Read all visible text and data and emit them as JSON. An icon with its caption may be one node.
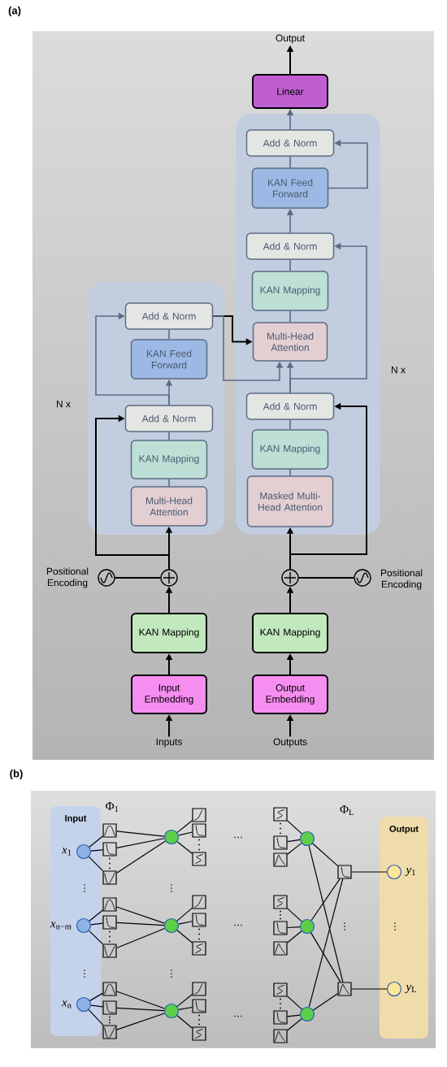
{
  "diagram": {
    "nodes": [
      {
        "text": [
          "Output"
        ]
      },
      {
        "text": [
          "Linear"
        ]
      },
      {
        "text": [],
        "shape": "box",
        "beside": [
          "N x"
        ]
      },
      {
        "text": [
          "Add & Norm"
        ],
        "in": 2
      },
      {
        "text": [
          "KAN Feed Forward"
        ],
        "in": 2
      },
      {
        "text": [
          "Add & Norm"
        ],
        "in": 2
      },
      {
        "text": [
          "KAN Mapping"
        ],
        "in": 2
      },
      {
        "text": [
          "Multi-Head Attention"
        ],
        "in": 2
      },
      {
        "text": [
          "Add & Norm"
        ],
        "in": 2
      },
      {
        "text": [
          "KAN Mapping"
        ],
        "in": 2
      },
      {
        "text": [
          "Masked Multi-Head Attention"
        ],
        "in": 2
      },
      {
        "text": [],
        "shape": "box",
        "beside": [
          "N x"
        ]
      },
      {
        "text": [
          "Add & Norm"
        ],
        "in": 11
      },
      {
        "text": [
          "KAN Feed Forward"
        ],
        "in": 11
      },
      {
        "text": [
          "Add & Norm"
        ],
        "in": 11
      },
      {
        "text": [
          "KAN Mapping"
        ],
        "in": 11
      },
      {
        "text": [
          "Multi-Head Attention"
        ],
        "in": 11
      },
      {
        "text": [],
        "shape": "circle",
        "beside": [
          "Positional Encoding"
        ]
      },
      {
        "text": [],
        "shape": "circle"
      },
      {
        "text": [],
        "shape": "circle"
      },
      {
        "text": [],
        "shape": "circle",
        "beside": [
          "Positional Encoding"
        ]
      },
      {
        "text": [
          "KAN Mapping"
        ]
      },
      {
        "text": [
          "KAN Mapping"
        ]
      },
      {
        "text": [
          "Input Embedding"
        ]
      },
      {
        "text": [
          "Output Embedding"
        ]
      },
      {
        "text": [
          "Inputs"
        ]
      },
      {
        "text": [
          "Outputs"
        ]
      },
      {
        "text": [
          "Input"
        ]
      },
      {
        "text": [],
        "shape": "circle",
        "in": 27,
        "beside": [
          "*x*$_{1}$"
        ]
      },
      {
        "text": [],
        "shape": "circle",
        "in": 27,
        "beside": [
          "*x*$_{n−m}$"
        ]
      },
      {
        "text": [],
        "shape": "circle",
        "in": 27,
        "beside": [
          "*x*$_{n}$"
        ]
      },
      {
        "text": [],
        "shape": "box"
      },
      {
        "text": [],
        "shape": "box"
      },
      {
        "text": [],
        "shape": "box"
      },
      {
        "text": [],
        "shape": "box"
      },
      {
        "text": [],
        "shape": "box"
      },
      {
        "text": [],
        "shape": "box"
      },
      {
        "text": [],
        "shape": "box"
      },
      {
        "text": [],
        "shape": "box"
      },
      {
        "text": [],
        "shape": "box"
      },
      {
        "text": [],
        "shape": "circle"
      },
      {
        "text": [],
        "shape": "circle"
      },
      {
        "text": [],
        "shape": "circle"
      },
      {
        "text": [],
        "shape": "box"
      },
      {
        "text": [],
        "shape": "box"
      },
      {
        "text": [],
        "shape": "box"
      },
      {
        "text": [],
        "shape": "box"
      },
      {
        "text": [],
        "shape": "box"
      },
      {
        "text": [],
        "shape": "box"
      },
      {
        "text": [],
        "shape": "box"
      },
      {
        "text": [],
        "shape": "box"
      },
      {
        "text": [],
        "shape": "box"
      },
      {
        "text": [],
        "shape": "box"
      },
      {
        "text": [],
        "shape": "box"
      },
      {
        "text": [],
        "shape": "box"
      },
      {
        "text": [],
        "shape": "box"
      },
      {
        "text": [],
        "shape": "box"
      },
      {
        "text": [],
        "shape": "box"
      },
      {
        "text": [],
        "shape": "box"
      },
      {
        "text": [],
        "shape": "box"
      },
      {
        "text": [],
        "shape": "box"
      },
      {
        "text": [],
        "shape": "circle"
      },
      {
        "text": [],
        "shape": "circle"
      },
      {
        "text": [],
        "shape": "circle"
      },
      {
        "text": [],
        "shape": "box"
      },
      {
        "text": [],
        "shape": "box"
      },
      {
        "text": [
          "Output"
        ]
      },
      {
        "text": [],
        "shape": "circle",
        "in": 66,
        "beside": [
          "*y*$_{1}$"
        ]
      },
      {
        "text": [],
        "shape": "circle",
        "in": 66,
        "beside": [
          "*y*$_{L}$"
        ]
      }
    ],
    "edges": [
      {
        "from": 1,
        "to": 0,
        "arrow": "to"
      },
      {
        "from": 3,
        "to": 1,
        "arrow": "to",
        "color": "#5b6b80"
      },
      {
        "from": 4,
        "to": 3,
        "arrow": "none",
        "color": "#5b6b80"
      },
      {
        "from": 4,
        "to": 3,
        "arrow": "to",
        "color": "#5b6b80"
      },
      {
        "from": 5,
        "to": 4,
        "arrow": "to",
        "color": "#5b6b80"
      },
      {
        "from": 8,
        "to": 5,
        "arrow": "to",
        "color": "#5b6b80"
      },
      {
        "from": 6,
        "to": 5,
        "arrow": "none",
        "color": "#5b6b80"
      },
      {
        "from": 7,
        "to": 6,
        "arrow": "none",
        "color": "#5b6b80"
      },
      {
        "from": 8,
        "to": 7,
        "arrow": "to",
        "color": "#5b6b80"
      },
      {
        "from": 12,
        "to": 7,
        "arrow": "to"
      },
      {
        "from": 12,
        "to": 7,
        "arrow": "to",
        "color": "#5b6b80"
      },
      {
        "from": 9,
        "to": 8,
        "arrow": "none",
        "color": "#5b6b80"
      },
      {
        "from": 10,
        "to": 9,
        "arrow": "none",
        "color": "#5b6b80"
      },
      {
        "from": 19,
        "to": 10,
        "arrow": "to"
      },
      {
        "from": 19,
        "to": 8,
        "arrow": "to"
      },
      {
        "from": 13,
        "to": 12,
        "arrow": "none",
        "color": "#5b6b80"
      },
      {
        "from": 14,
        "to": 13,
        "arrow": "to",
        "color": "#5b6b80"
      },
      {
        "from": 14,
        "to": 12,
        "arrow": "to",
        "color": "#5b6b80"
      },
      {
        "from": 15,
        "to": 14,
        "arrow": "none",
        "color": "#5b6b80"
      },
      {
        "from": 16,
        "to": 15,
        "arrow": "none",
        "color": "#5b6b80"
      },
      {
        "from": 18,
        "to": 16,
        "arrow": "to"
      },
      {
        "from": 18,
        "to": 14,
        "arrow": "to"
      },
      {
        "from": 17,
        "to": 18,
        "arrow": "none"
      },
      {
        "from": 20,
        "to": 19,
        "arrow": "none"
      },
      {
        "from": 21,
        "to": 18,
        "arrow": "to"
      },
      {
        "from": 22,
        "to": 19,
        "arrow": "to"
      },
      {
        "from": 23,
        "to": 21,
        "arrow": "to"
      },
      {
        "from": 24,
        "to": 22,
        "arrow": "to"
      },
      {
        "from": 25,
        "to": 23,
        "arrow": "to"
      },
      {
        "from": 26,
        "to": 24,
        "arrow": "to"
      },
      {
        "from": 28,
        "to": 31,
        "arrow": "none"
      },
      {
        "from": 28,
        "to": 32,
        "arrow": "none"
      },
      {
        "from": 28,
        "to": 33,
        "arrow": "none"
      },
      {
        "from": 29,
        "to": 34,
        "arrow": "none"
      },
      {
        "from": 29,
        "to": 35,
        "arrow": "none"
      },
      {
        "from": 29,
        "to": 36,
        "arrow": "none"
      },
      {
        "from": 30,
        "to": 37,
        "arrow": "none"
      },
      {
        "from": 30,
        "to": 38,
        "arrow": "none"
      },
      {
        "from": 30,
        "to": 39,
        "arrow": "none"
      },
      {
        "from": 31,
        "to": 40,
        "arrow": "none"
      },
      {
        "from": 32,
        "to": 40,
        "arrow": "none"
      },
      {
        "from": 33,
        "to": 40,
        "arrow": "none"
      },
      {
        "from": 34,
        "to": 41,
        "arrow": "none"
      },
      {
        "from": 35,
        "to": 41,
        "arrow": "none"
      },
      {
        "from": 36,
        "to": 41,
        "arrow": "none"
      },
      {
        "from": 37,
        "to": 42,
        "arrow": "none"
      },
      {
        "from": 38,
        "to": 42,
        "arrow": "none"
      },
      {
        "from": 39,
        "to": 42,
        "arrow": "none"
      },
      {
        "from": 40,
        "to": 43,
        "arrow": "none"
      },
      {
        "from": 40,
        "to": 44,
        "arrow": "none"
      },
      {
        "from": 40,
        "to": 45,
        "arrow": "none"
      },
      {
        "from": 41,
        "to": 46,
        "arrow": "none"
      },
      {
        "from": 41,
        "to": 47,
        "arrow": "none"
      },
      {
        "from": 41,
        "to": 48,
        "arrow": "none"
      },
      {
        "from": 42,
        "to": 49,
        "arrow": "none"
      },
      {
        "from": 42,
        "to": 50,
        "arrow": "none"
      },
      {
        "from": 42,
        "to": 51,
        "arrow": "none"
      },
      {
        "from": 52,
        "to": 61,
        "arrow": "none"
      },
      {
        "from": 53,
        "to": 61,
        "arrow": "none"
      },
      {
        "from": 54,
        "to": 61,
        "arrow": "none"
      },
      {
        "from": 55,
        "to": 62,
        "arrow": "none"
      },
      {
        "from": 56,
        "to": 62,
        "arrow": "none"
      },
      {
        "from": 57,
        "to": 62,
        "arrow": "none"
      },
      {
        "from": 58,
        "to": 63,
        "arrow": "none"
      },
      {
        "from": 59,
        "to": 63,
        "arrow": "none"
      },
      {
        "from": 60,
        "to": 63,
        "arrow": "none"
      },
      {
        "from": 61,
        "to": 64,
        "arrow": "none"
      },
      {
        "from": 61,
        "to": 65,
        "arrow": "none"
      },
      {
        "from": 62,
        "to": 64,
        "arrow": "none"
      },
      {
        "from": 62,
        "to": 65,
        "arrow": "none"
      },
      {
        "from": 63,
        "to": 64,
        "arrow": "none"
      },
      {
        "from": 63,
        "to": 65,
        "arrow": "none"
      },
      {
        "from": 64,
        "to": 67,
        "arrow": "none"
      },
      {
        "from": 65,
        "to": 68,
        "arrow": "none"
      }
    ],
    "labels": [
      "(a)",
      "(b)",
      "Φ$_{1}$",
      "Φ$_{L}$",
      "⋯",
      "⋮",
      "⋮",
      "⋯",
      "⋮",
      "⋮",
      "⋮",
      "⋮",
      "⋯"
    ]
  }
}
